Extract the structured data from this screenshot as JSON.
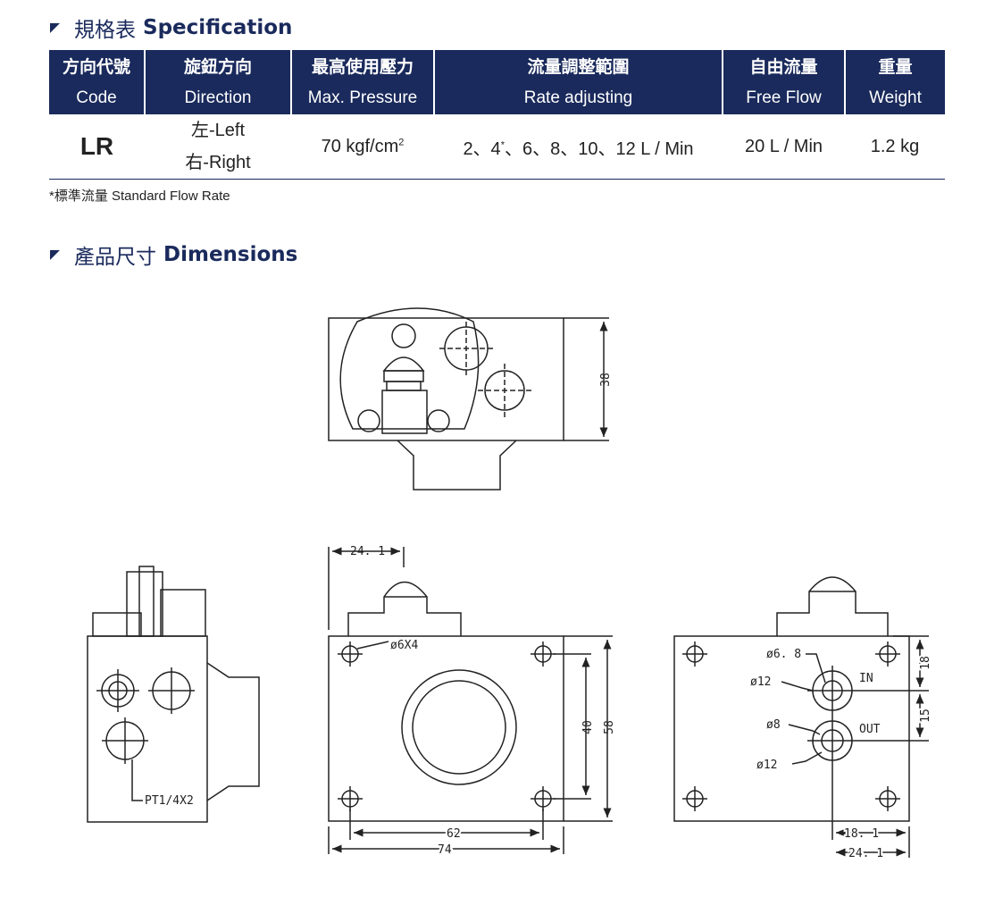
{
  "spec_section": {
    "zh": "規格表",
    "en": "Specification"
  },
  "table": {
    "headers": [
      {
        "zh": "方向代號",
        "en": "Code"
      },
      {
        "zh": "旋鈕方向",
        "en": "Direction"
      },
      {
        "zh": "最高使用壓力",
        "en": "Max. Pressure"
      },
      {
        "zh": "流量調整範圍",
        "en": "Rate adjusting"
      },
      {
        "zh": "自由流量",
        "en": "Free Flow"
      },
      {
        "zh": "重量",
        "en": "Weight"
      }
    ],
    "row": {
      "code": "LR",
      "direction_left": "左-Left",
      "direction_right": "右-Right",
      "pressure_value": "70 kgf/cm",
      "pressure_sup": "2",
      "rate_a": "2、4",
      "rate_sup": "*",
      "rate_b": "、6、8、10、12 L / Min",
      "free_flow": "20 L / Min",
      "weight": "1.2 kg"
    }
  },
  "note": "*標準流量 Standard Flow Rate",
  "dim_section": {
    "zh": "產品尺寸",
    "en": "Dimensions"
  },
  "labels": {
    "h38": "38",
    "w24_1_top": "24. 1",
    "hole6x4": "ø6X4",
    "pt": "PT1/4X2",
    "h40": "40",
    "h58": "58",
    "w62": "62",
    "w74": "74",
    "d6_8": "ø6. 8",
    "d12_in": "ø12",
    "in": "IN",
    "d8": "ø8",
    "out": "OUT",
    "d12_out": "ø12",
    "v18": "18",
    "v15": "15",
    "w18_1": "18. 1",
    "w24_1": "24. 1"
  }
}
